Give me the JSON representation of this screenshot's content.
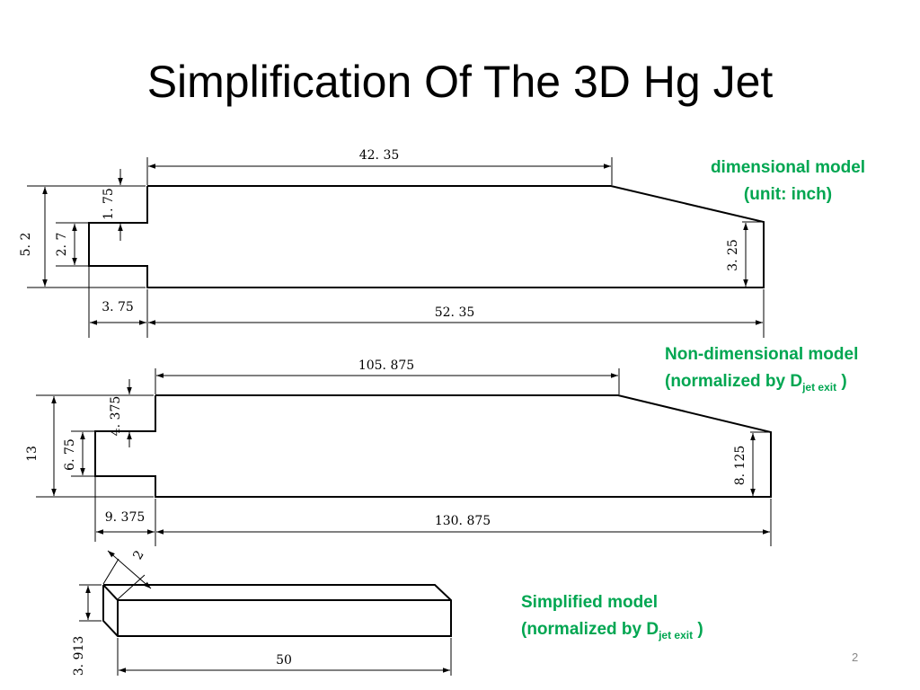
{
  "slide": {
    "title": "Simplification Of The 3D Hg Jet",
    "page_number": "2",
    "accent_color": "#00A651"
  },
  "model1": {
    "caption_line1": "dimensional model",
    "caption_line2": "(unit: inch)",
    "dims": {
      "top_length": "42. 35",
      "total_length": "52. 35",
      "step_length": "3. 75",
      "height": "5. 2",
      "inner_height": "2. 7",
      "step_height": "1. 75",
      "exit_height": "3. 25"
    }
  },
  "model2": {
    "caption_line1": "Non-dimensional model",
    "caption_prefix": "(normalized by D",
    "caption_sub": "jet exit",
    "caption_suffix": " )",
    "dims": {
      "top_length": "105. 875",
      "total_length": "130. 875",
      "step_length": "9. 375",
      "height": "13",
      "inner_height": "6. 75",
      "step_height": "4. 375",
      "exit_height": "8. 125"
    }
  },
  "model3": {
    "caption_line1": "Simplified model",
    "caption_prefix": "(normalized by D",
    "caption_sub": "jet exit",
    "caption_suffix": " )",
    "dims": {
      "depth": "2",
      "height": "3. 913",
      "length": "50"
    }
  }
}
